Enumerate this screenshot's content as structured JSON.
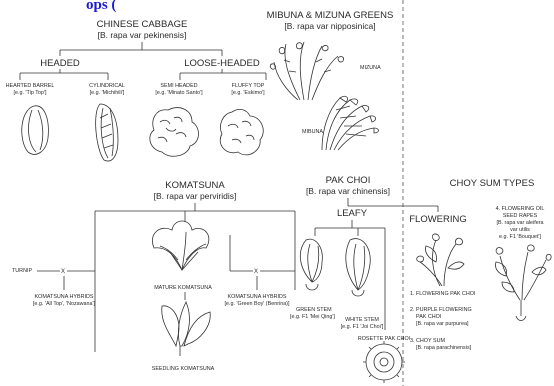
{
  "header_fragment": "ops (",
  "chinese_cabbage": {
    "title": "CHINESE CABBAGE",
    "latin": "[B. rapa var pekinensis]",
    "headed": "HEADED",
    "loose_headed": "LOOSE-HEADED",
    "hearted_barrel": "HEARTED BARREL",
    "hearted_barrel_eg": "[e.g. 'Tip Top']",
    "cylindrical": "CYLINDRICAL",
    "cylindrical_eg": "[e.g. 'Michihili']",
    "semi_headed": "SEMI HEADED",
    "semi_headed_eg": "[e.g. 'Minato Santo']",
    "fluffy_top": "FLUFFY TOP",
    "fluffy_top_eg": "[e.g. 'Eskimo']"
  },
  "mibuna": {
    "title": "MIBUNA & MIZUNA GREENS",
    "latin": "[B. rapa var nipposinica]",
    "mizuna": "MIZUNA",
    "mibuna": "MIBUNA"
  },
  "komatsuna": {
    "title": "KOMATSUNA",
    "latin": "[B. rapa var perviridis]",
    "mature": "MATURE KOMATSUNA",
    "seedling": "SEEDLING KOMATSUNA",
    "turnip": "TURNIP",
    "cross": "X",
    "hybrids1": "KOMATSUNA HYBRIDS",
    "hybrids1_eg": "[e.g. 'All Top', 'Nozawana']",
    "hybrids2": "KOMATSUNA HYBRIDS",
    "hybrids2_eg": "[e.g. 'Green Boy' (Benrina)]"
  },
  "pak_choi": {
    "title": "PAK CHOI",
    "latin": "[B. rapa var chinensis]",
    "leafy": "LEAFY",
    "flowering": "FLOWERING",
    "green_stem": "GREEN STEM",
    "green_stem_eg": "[e.g. F1 'Mei Qing']",
    "white_stem": "WHITE STEM",
    "white_stem_eg": "[e.g. F1 'Joi Choi']",
    "rosette": "ROSETTE PAK CHOI"
  },
  "choy_sum": {
    "title": "CHOY SUM TYPES",
    "item1": "1. FLOWERING PAK CHOI",
    "item2_a": "2. PURPLE FLOWERING",
    "item2_b": "PAK CHOI",
    "item2_c": "[B. rapa var purpurea]",
    "item3_a": "3. CHOY SUM",
    "item3_b": "[B. rapa parachinensis]",
    "item4_a": "4. FLOWERING OIL",
    "item4_b": "SEED RAPES",
    "item4_c": "[B. rapa var aleifera",
    "item4_d": "var utilis",
    "item4_e": "e.g. F1 'Bouquet']"
  },
  "colors": {
    "heading_fragment": "#1a1ad0",
    "line": "#333333"
  }
}
